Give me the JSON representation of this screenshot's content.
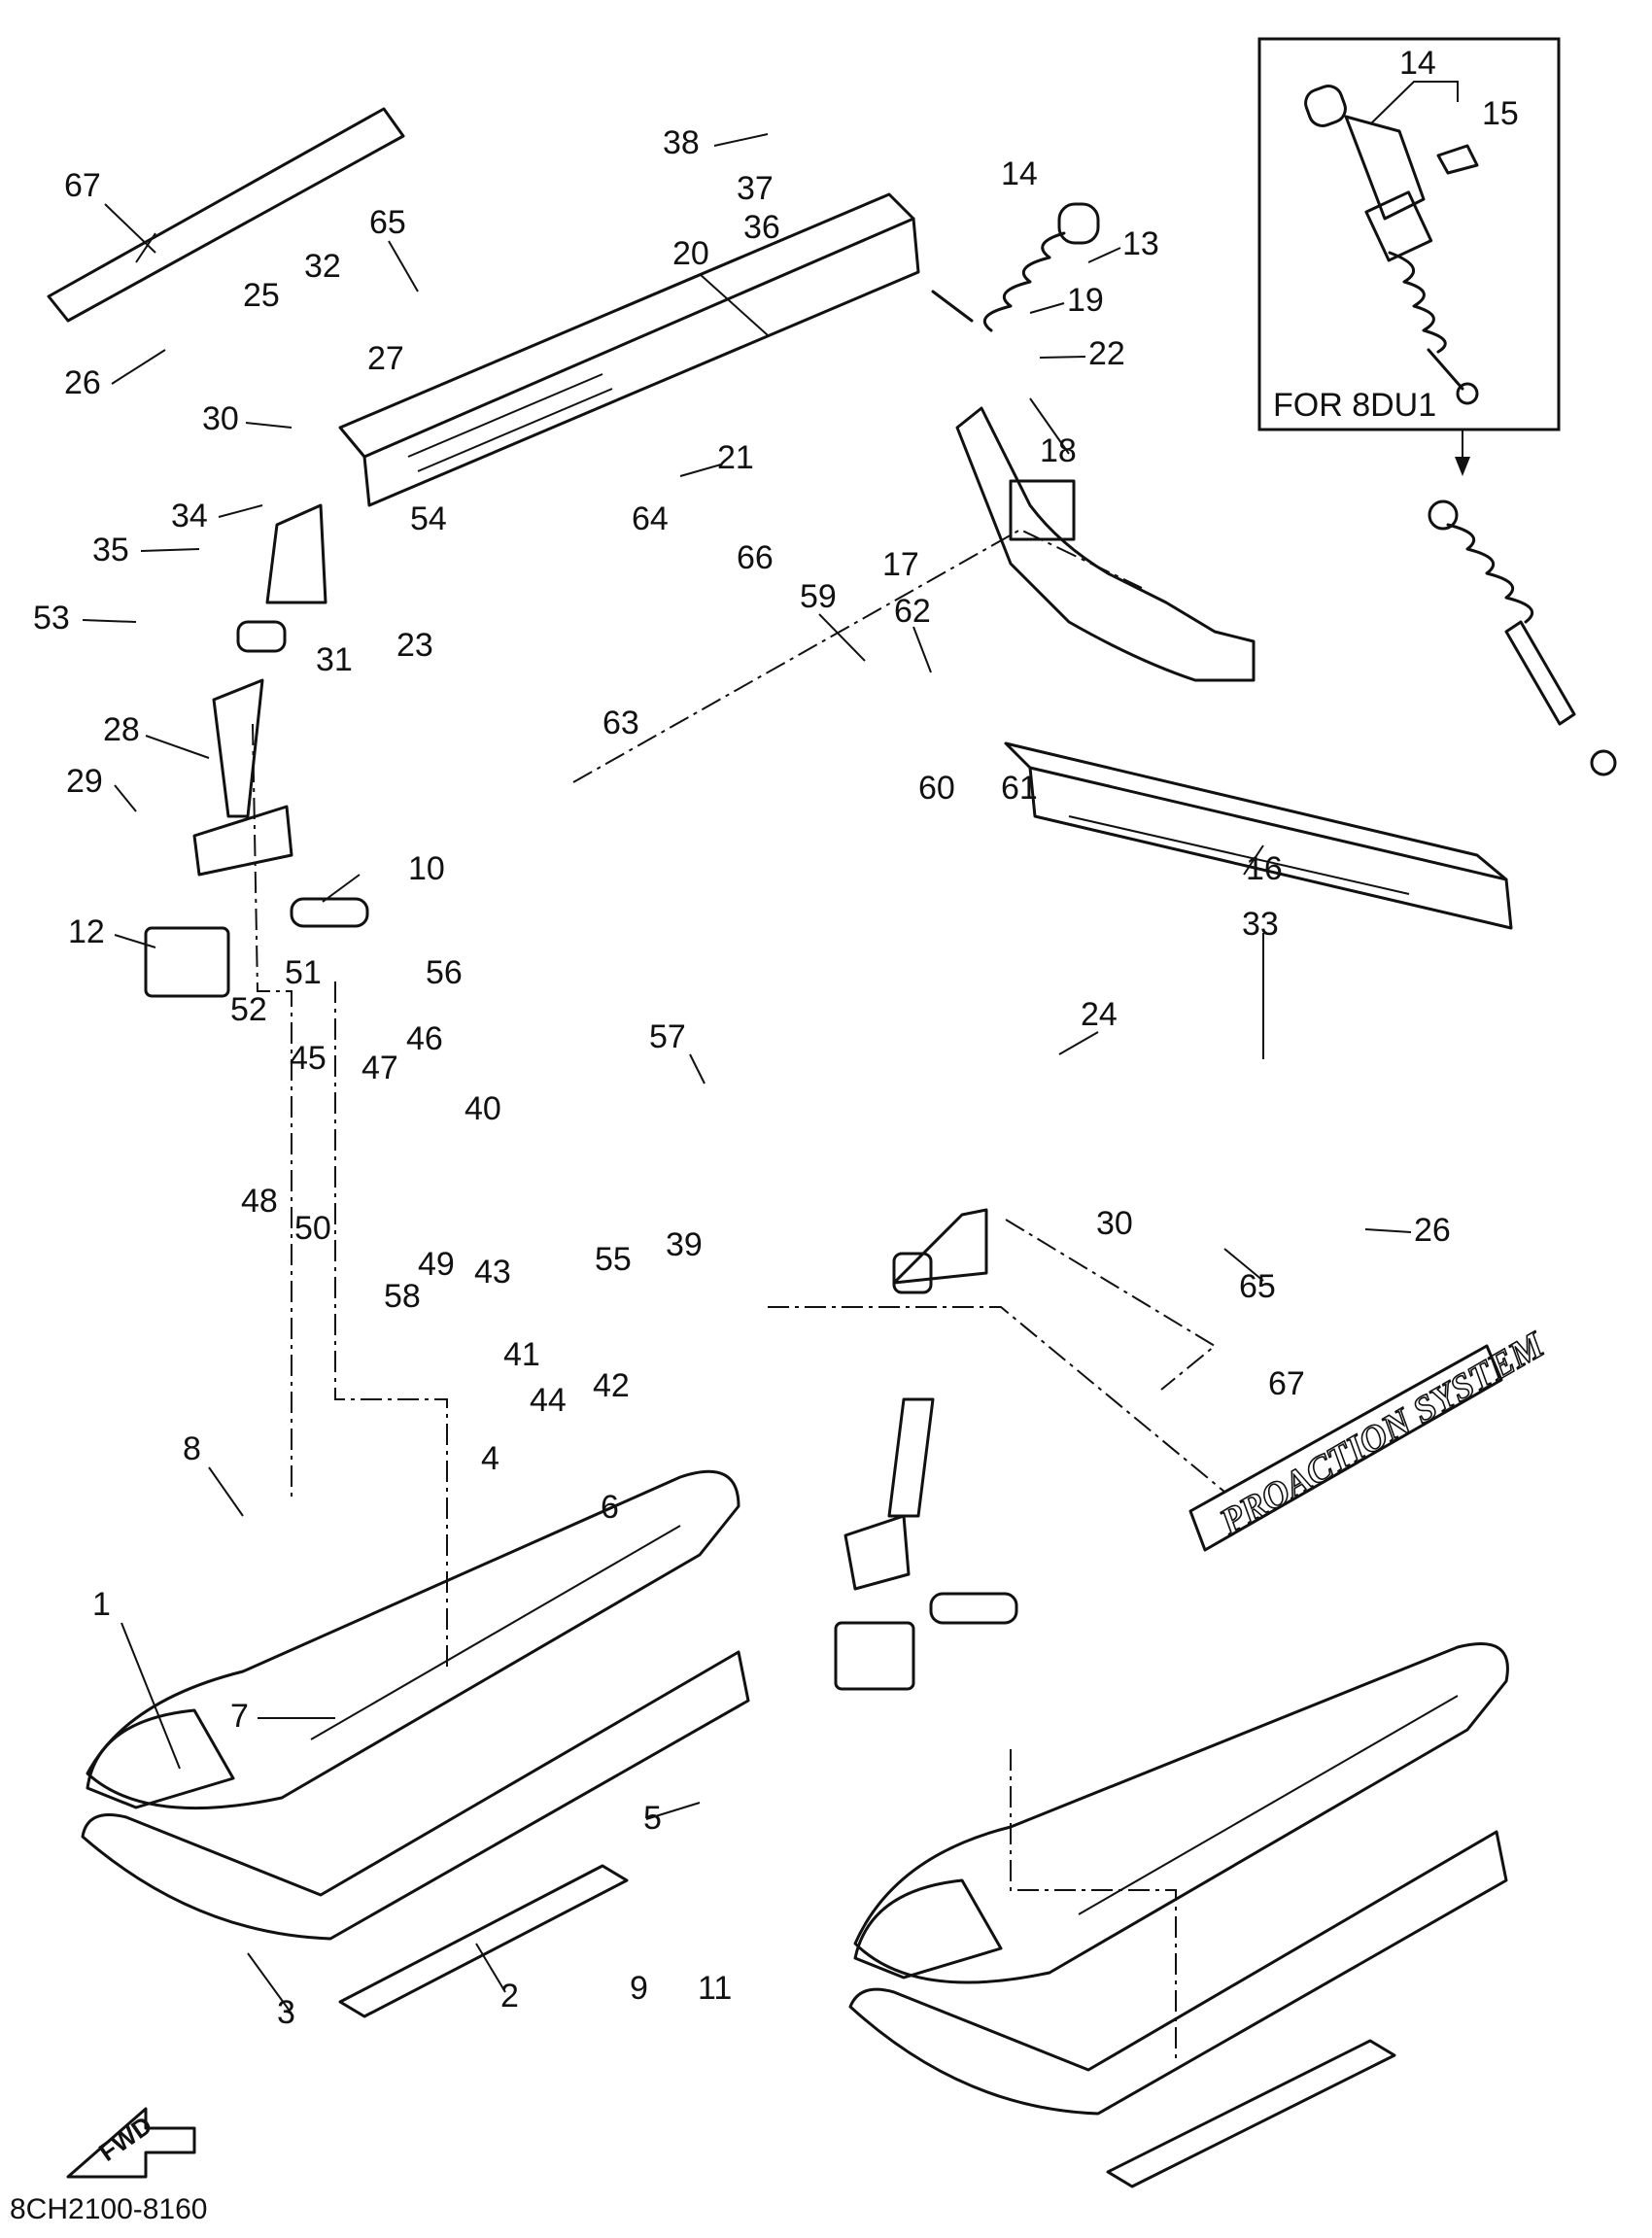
{
  "inset": {
    "title": "FOR 8DU1",
    "callouts": [
      "14",
      "15"
    ]
  },
  "drawing_code": "8CH2100-8160",
  "fwd_arrow_label": "FWD",
  "decal_text": "PROACTION SYSTEM",
  "callouts": [
    "67",
    "65",
    "32",
    "25",
    "27",
    "26",
    "30",
    "34",
    "35",
    "53",
    "54",
    "31",
    "23",
    "28",
    "29",
    "10",
    "12",
    "52",
    "51",
    "45",
    "47",
    "46",
    "40",
    "56",
    "48",
    "50",
    "49",
    "43",
    "58",
    "55",
    "41",
    "44",
    "42",
    "39",
    "38",
    "37",
    "36",
    "20",
    "14",
    "13",
    "19",
    "22",
    "21",
    "18",
    "17",
    "64",
    "66",
    "59",
    "62",
    "63",
    "60",
    "61",
    "16",
    "33",
    "24",
    "57",
    "26",
    "30",
    "65",
    "3",
    "1",
    "2",
    "4",
    "5",
    "6",
    "7",
    "8",
    "9",
    "11"
  ]
}
